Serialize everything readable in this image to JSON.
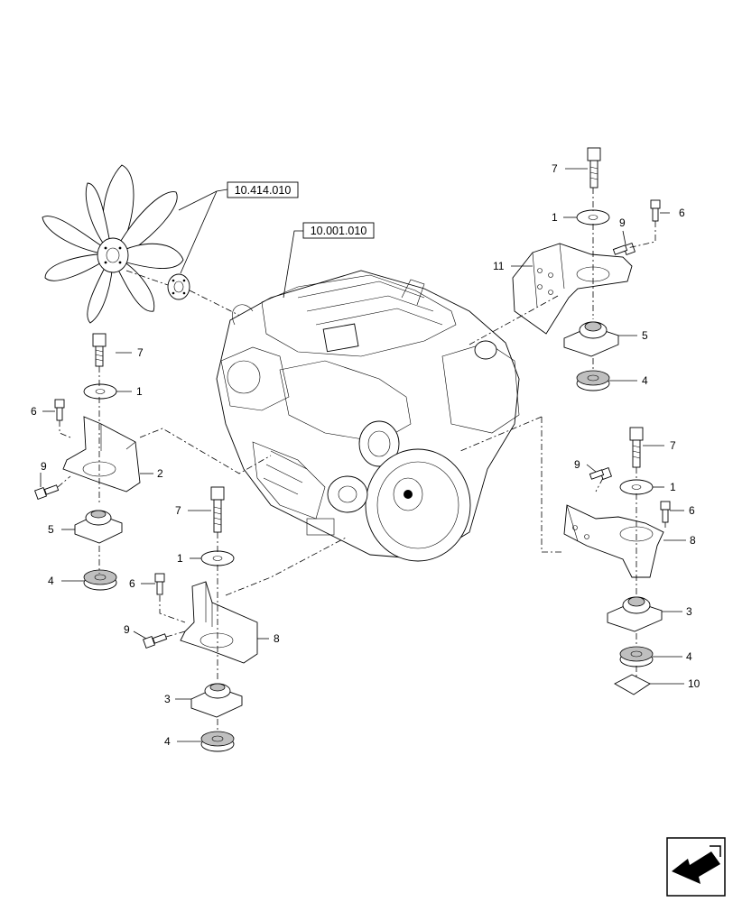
{
  "references": {
    "fan_ref": "10.414.010",
    "engine_ref": "10.001.010"
  },
  "callouts": [
    {
      "id": "c7a",
      "text": "7"
    },
    {
      "id": "c1a",
      "text": "1"
    },
    {
      "id": "c6a",
      "text": "6"
    },
    {
      "id": "c9a",
      "text": "9"
    },
    {
      "id": "c2",
      "text": "2"
    },
    {
      "id": "c5a",
      "text": "5"
    },
    {
      "id": "c4a",
      "text": "4"
    },
    {
      "id": "c7b",
      "text": "7"
    },
    {
      "id": "c1b",
      "text": "1"
    },
    {
      "id": "c6b",
      "text": "6"
    },
    {
      "id": "c9b",
      "text": "9"
    },
    {
      "id": "c8a",
      "text": "8"
    },
    {
      "id": "c3a",
      "text": "3"
    },
    {
      "id": "c4b",
      "text": "4"
    },
    {
      "id": "c7c",
      "text": "7"
    },
    {
      "id": "c1c",
      "text": "1"
    },
    {
      "id": "c6c",
      "text": "6"
    },
    {
      "id": "c9c",
      "text": "9"
    },
    {
      "id": "c11",
      "text": "11"
    },
    {
      "id": "c5b",
      "text": "5"
    },
    {
      "id": "c4c",
      "text": "4"
    },
    {
      "id": "c7d",
      "text": "7"
    },
    {
      "id": "c1d",
      "text": "1"
    },
    {
      "id": "c9d",
      "text": "9"
    },
    {
      "id": "c6d",
      "text": "6"
    },
    {
      "id": "c8b",
      "text": "8"
    },
    {
      "id": "c3b",
      "text": "3"
    },
    {
      "id": "c4d",
      "text": "4"
    },
    {
      "id": "c10",
      "text": "10"
    }
  ],
  "nav": {
    "icon": "next-page-arrow-icon"
  }
}
